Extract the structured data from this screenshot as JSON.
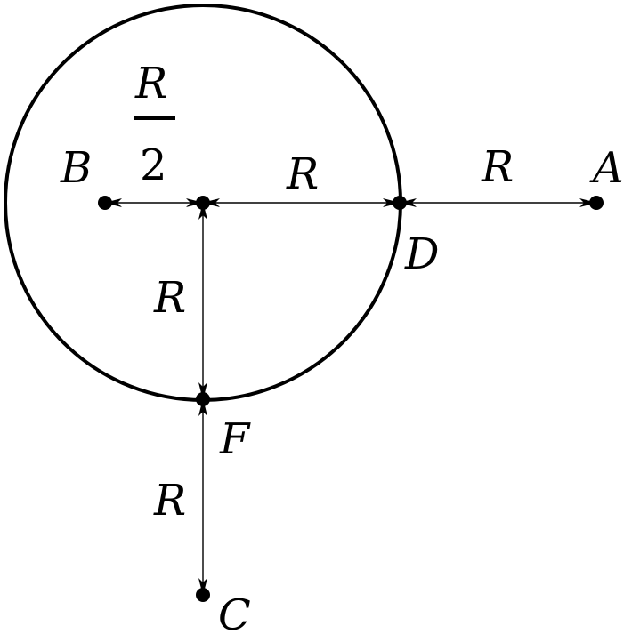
{
  "points": {
    "A": "A",
    "B": "B",
    "C": "C",
    "D": "D",
    "F": "F"
  },
  "dimensions": {
    "B_to_center": {
      "numerator": "R",
      "denominator": "2"
    },
    "center_to_D": "R",
    "D_to_A": "R",
    "center_to_F": "R",
    "F_to_C": "R"
  },
  "colors": {
    "stroke": "#000000",
    "background": "#ffffff"
  }
}
